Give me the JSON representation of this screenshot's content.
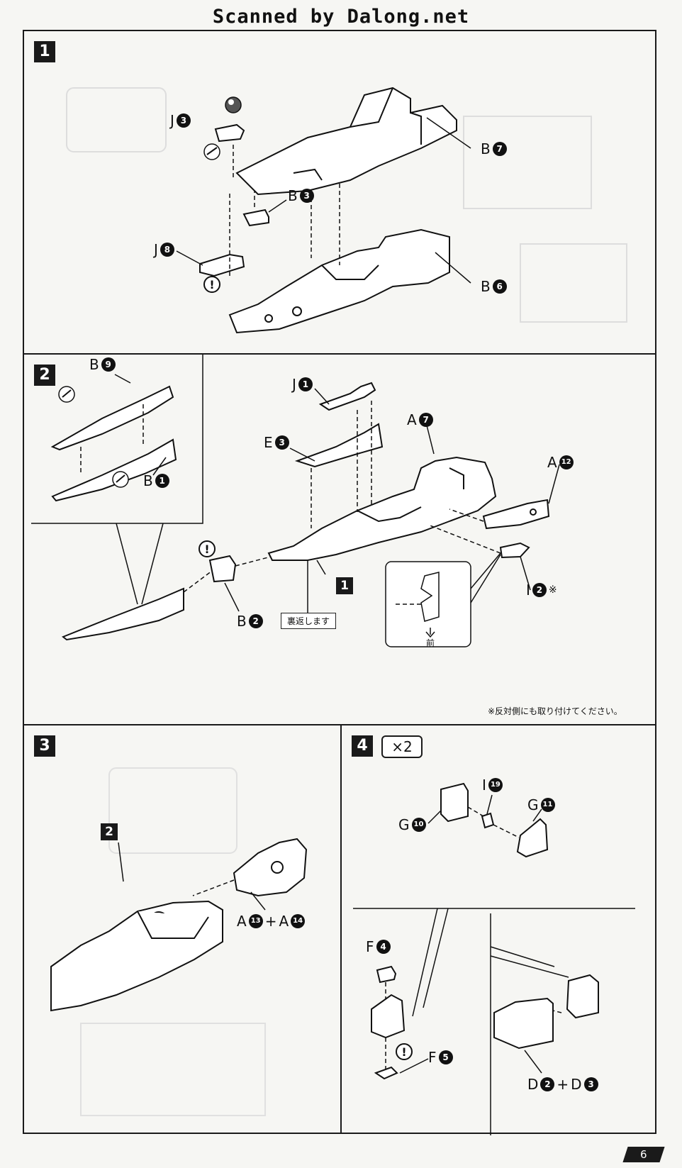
{
  "watermark": "Scanned by Dalong.net",
  "page_number": "6",
  "steps": {
    "s1": {
      "number": "1",
      "labels": {
        "j3": {
          "letter": "J",
          "num": "3"
        },
        "b7": {
          "letter": "B",
          "num": "7"
        },
        "b3": {
          "letter": "B",
          "num": "3"
        },
        "j8": {
          "letter": "J",
          "num": "8"
        },
        "b6": {
          "letter": "B",
          "num": "6"
        }
      }
    },
    "s2": {
      "number": "2",
      "labels": {
        "b9": {
          "letter": "B",
          "num": "9"
        },
        "b1": {
          "letter": "B",
          "num": "1"
        },
        "j1": {
          "letter": "J",
          "num": "1"
        },
        "a7": {
          "letter": "A",
          "num": "7"
        },
        "e3": {
          "letter": "E",
          "num": "3"
        },
        "a12": {
          "letter": "A",
          "num": "12"
        },
        "b2": {
          "letter": "B",
          "num": "2"
        },
        "i2": {
          "letter": "I",
          "num": "2",
          "suffix": "※"
        }
      },
      "ref_step": "1",
      "flip_note": "裏返します",
      "front_label": "前",
      "opposite_note": "※反対側にも取り付けてください。"
    },
    "s3": {
      "number": "3",
      "ref_step": "2",
      "label": {
        "letter1": "A",
        "num1": "13",
        "plus": "+",
        "letter2": "A",
        "num2": "14"
      }
    },
    "s4": {
      "number": "4",
      "multiplier": "×2",
      "labels": {
        "i19": {
          "letter": "I",
          "num": "19"
        },
        "g11": {
          "letter": "G",
          "num": "11"
        },
        "g10": {
          "letter": "G",
          "num": "10"
        },
        "f4": {
          "letter": "F",
          "num": "4"
        },
        "f5": {
          "letter": "F",
          "num": "5"
        }
      },
      "d_label": {
        "letter1": "D",
        "num1": "2",
        "plus": "+",
        "letter2": "D",
        "num2": "3"
      }
    }
  },
  "icons": {
    "caution": "!",
    "paint": "paint-icon",
    "cut": "cut-icon"
  }
}
